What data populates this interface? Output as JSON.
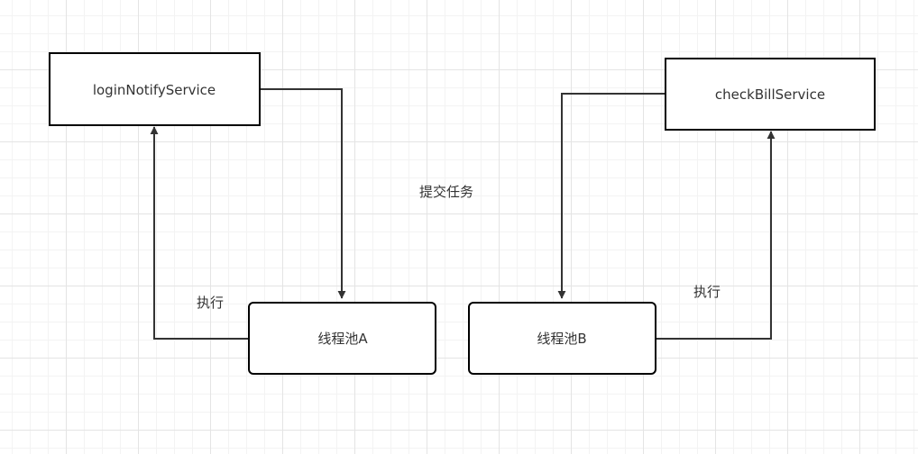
{
  "nodes": {
    "login_notify_service": "loginNotifyService",
    "check_bill_service": "checkBillService",
    "thread_pool_a": "线程池A",
    "thread_pool_b": "线程池B"
  },
  "labels": {
    "submit_task": "提交任务",
    "execute_left": "执行",
    "execute_right": "执行"
  },
  "colors": {
    "stroke": "#000000",
    "background": "#ffffff",
    "grid": "#e4e4e4"
  }
}
